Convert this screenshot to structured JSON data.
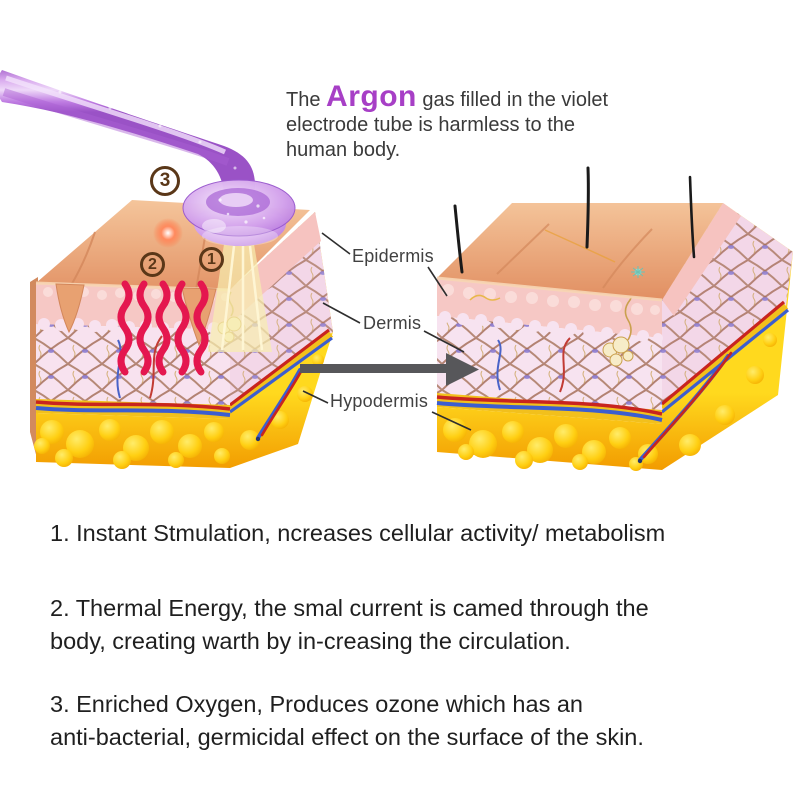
{
  "intro": {
    "prefix": "The ",
    "highlight": "Argon",
    "line1_rest": " gas filled in the violet",
    "line2": "electrode tube is harmless to the",
    "line3": "human body."
  },
  "layers": {
    "epidermis": "Epidermis",
    "dermis": "Dermis",
    "hypodermis": "Hypodermis"
  },
  "markers": {
    "m1": "1",
    "m2": "2",
    "m3": "3"
  },
  "benefits": {
    "item1": {
      "lines": [
        "1. Instant Stmulation, ncreases cellular activity/ metabolism"
      ]
    },
    "item2": {
      "lines": [
        "2. Thermal Energy, the smal current is camed through the",
        "body, creating warth by in-creasing the circulation."
      ]
    },
    "item3": {
      "lines": [
        "3. Enriched Oxygen, Produces ozone which has an",
        "anti-bacterial, germicidal effect on the surface of the skin."
      ]
    }
  },
  "colors": {
    "accent_purple": "#a73fc6",
    "electrode_glass": "#c78ae4",
    "heat_red": "#e4174f",
    "arrow_gray": "#57575a",
    "marker_brown": "#5a3718",
    "skin_tan": "#edaa7e",
    "epidermis_pink": "#f6c8c5",
    "dermis_pink": "#f7e3f0",
    "fat_yellow": "#ffc400",
    "vessel_red": "#c8241f",
    "vessel_blue": "#3c5ecf"
  }
}
